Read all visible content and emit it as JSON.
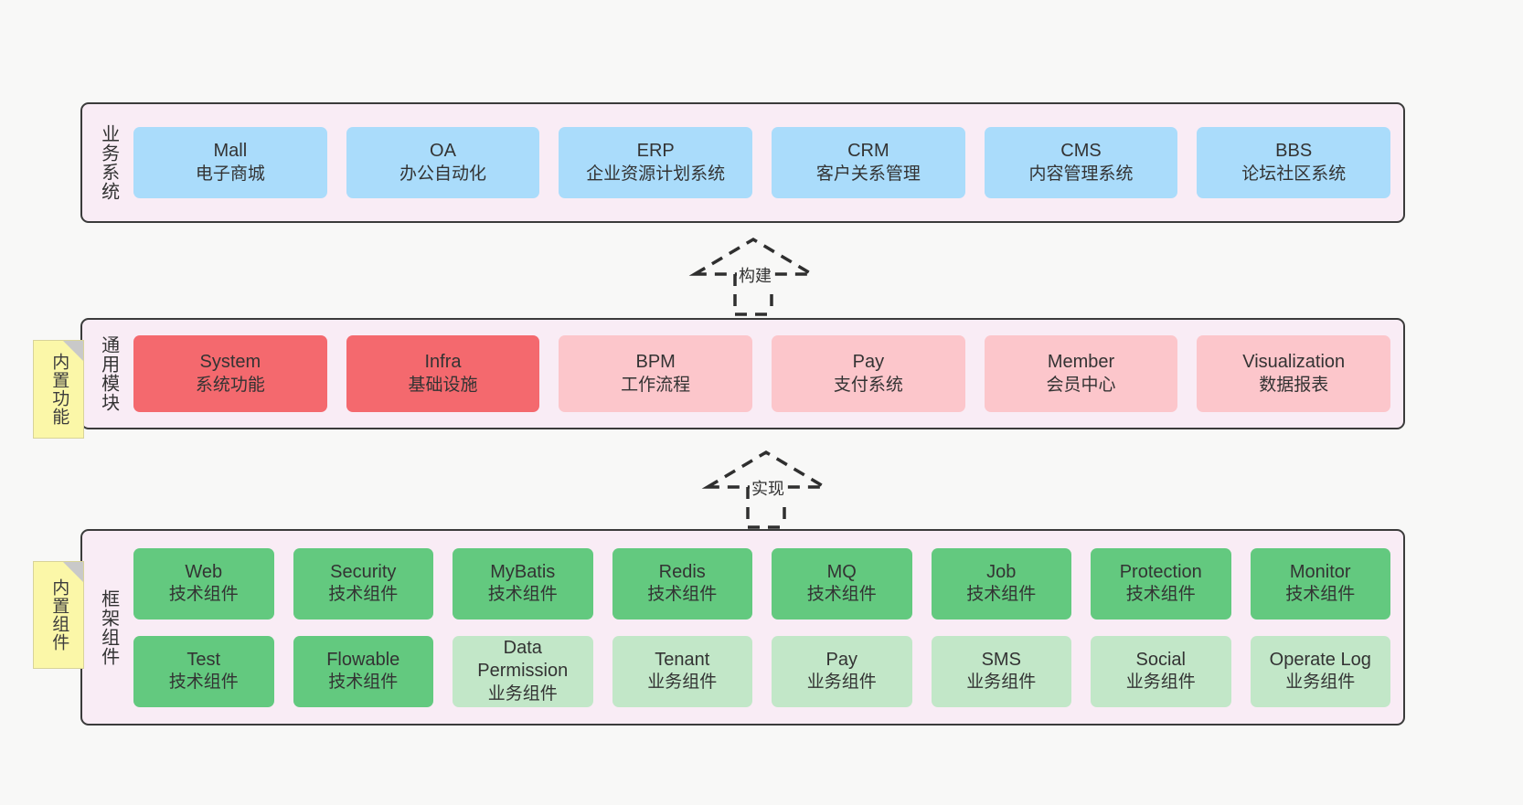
{
  "diagram": {
    "background_color": "#f8f8f7",
    "band_fill": "#f9ecf5",
    "band_border": "#3b3b3b",
    "note_fill": "#fbf7a8"
  },
  "bands": [
    {
      "label": "业务系统",
      "note": null,
      "rows": [
        [
          {
            "en": "Mall",
            "cn": "电子商城",
            "style": "biz"
          },
          {
            "en": "OA",
            "cn": "办公自动化",
            "style": "biz"
          },
          {
            "en": "ERP",
            "cn": "企业资源计划系统",
            "style": "biz"
          },
          {
            "en": "CRM",
            "cn": "客户关系管理",
            "style": "biz"
          },
          {
            "en": "CMS",
            "cn": "内容管理系统",
            "style": "biz"
          },
          {
            "en": "BBS",
            "cn": "论坛社区系统",
            "style": "biz"
          }
        ]
      ]
    },
    {
      "label": "通用模块",
      "note": "内置功能",
      "rows": [
        [
          {
            "en": "System",
            "cn": "系统功能",
            "style": "core"
          },
          {
            "en": "Infra",
            "cn": "基础设施",
            "style": "core"
          },
          {
            "en": "BPM",
            "cn": "工作流程",
            "style": "core-lt"
          },
          {
            "en": "Pay",
            "cn": "支付系统",
            "style": "core-lt"
          },
          {
            "en": "Member",
            "cn": "会员中心",
            "style": "core-lt"
          },
          {
            "en": "Visualization",
            "cn": "数据报表",
            "style": "core-lt"
          }
        ]
      ]
    },
    {
      "label": "框架组件",
      "note": "内置组件",
      "rows": [
        [
          {
            "en": "Web",
            "cn": "技术组件",
            "style": "tech"
          },
          {
            "en": "Security",
            "cn": "技术组件",
            "style": "tech"
          },
          {
            "en": "MyBatis",
            "cn": "技术组件",
            "style": "tech"
          },
          {
            "en": "Redis",
            "cn": "技术组件",
            "style": "tech"
          },
          {
            "en": "MQ",
            "cn": "技术组件",
            "style": "tech"
          },
          {
            "en": "Job",
            "cn": "技术组件",
            "style": "tech"
          },
          {
            "en": "Protection",
            "cn": "技术组件",
            "style": "tech"
          },
          {
            "en": "Monitor",
            "cn": "技术组件",
            "style": "tech"
          }
        ],
        [
          {
            "en": "Test",
            "cn": "技术组件",
            "style": "tech"
          },
          {
            "en": "Flowable",
            "cn": "技术组件",
            "style": "tech"
          },
          {
            "en": "Data Permission",
            "cn": "业务组件",
            "style": "bizcomp",
            "wrap": true
          },
          {
            "en": "Tenant",
            "cn": "业务组件",
            "style": "bizcomp"
          },
          {
            "en": "Pay",
            "cn": "业务组件",
            "style": "bizcomp"
          },
          {
            "en": "SMS",
            "cn": "业务组件",
            "style": "bizcomp"
          },
          {
            "en": "Social",
            "cn": "业务组件",
            "style": "bizcomp"
          },
          {
            "en": "Operate Log",
            "cn": "业务组件",
            "style": "bizcomp"
          }
        ]
      ]
    }
  ],
  "connectors": [
    {
      "label": "构建",
      "from": "通用模块",
      "to": "业务系统"
    },
    {
      "label": "实现",
      "from": "框架组件",
      "to": "通用模块"
    }
  ]
}
